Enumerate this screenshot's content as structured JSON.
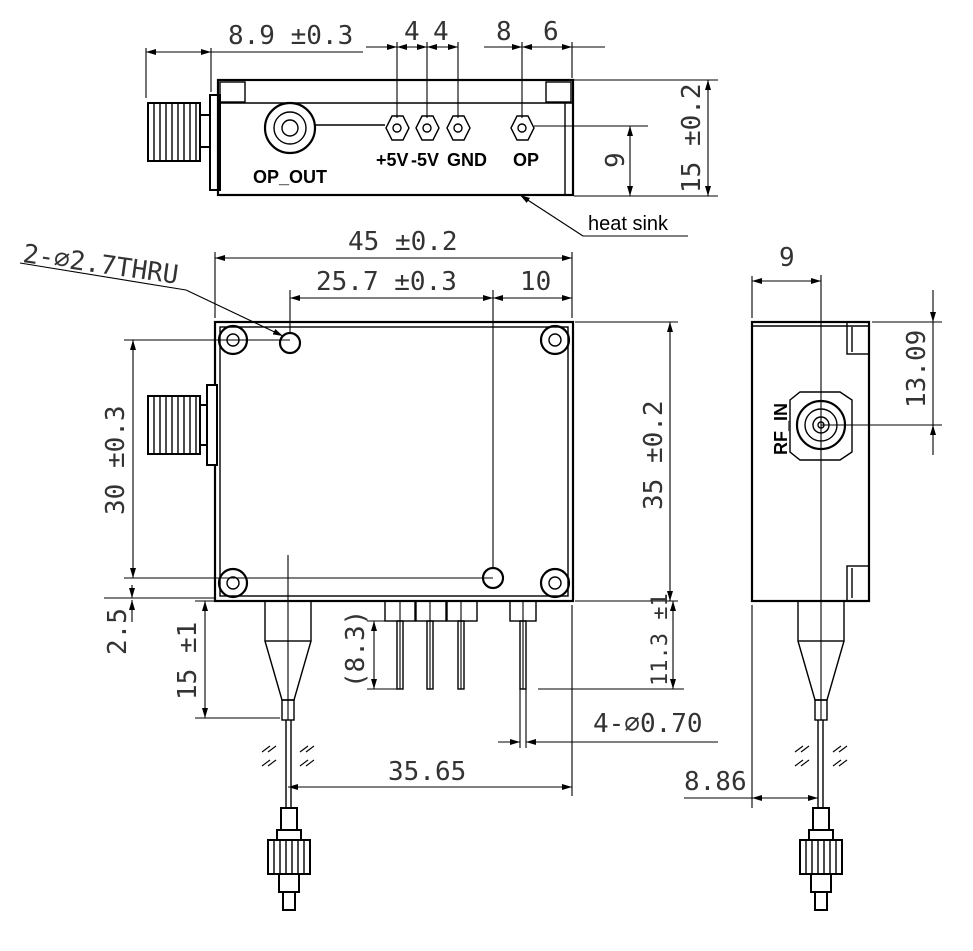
{
  "top_view": {
    "dim_8_9": "8.9 ±0.3",
    "dim_4a": "4",
    "dim_4b": "4",
    "dim_8": "8",
    "dim_6": "6",
    "dim_15": "15 ±0.2",
    "dim_9": "9",
    "label_op_out": "OP_OUT",
    "label_p5v": "+5V",
    "label_m5v": "-5V",
    "label_gnd": "GND",
    "label_op": "OP",
    "label_heat_sink": "heat sink"
  },
  "front_view": {
    "dim_45": "45 ±0.2",
    "dim_hole": "2-∅2.7THRU",
    "dim_25_7": "25.7 ±0.3",
    "dim_10": "10",
    "dim_30": "30 ±0.3",
    "dim_35": "35 ±0.2",
    "dim_2_5": "2.5",
    "dim_15_1": "15 ±1",
    "dim_8_3": "(8.3)",
    "dim_11_3": "11.3 ±1",
    "dim_pin": "4-∅0.70",
    "dim_35_65": "35.65"
  },
  "side_view": {
    "dim_9": "9",
    "dim_13_09": "13.09",
    "label_rf_in": "RF_IN",
    "dim_8_86": "8.86"
  }
}
